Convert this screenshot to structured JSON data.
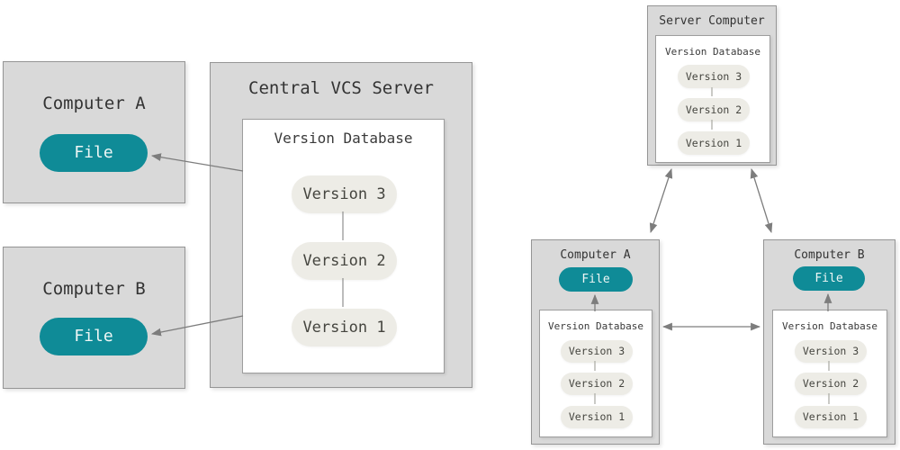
{
  "colors": {
    "accent_teal": "#0f8b97",
    "box_fill": "#d9d9d9",
    "box_border": "#959595",
    "database_fill": "#ffffff",
    "version_pill_fill": "#edece6",
    "arrow_gray": "#7d7d7d",
    "text_dark": "#333333"
  },
  "centralized": {
    "computer_a": {
      "title": "Computer A",
      "file_label": "File"
    },
    "computer_b": {
      "title": "Computer B",
      "file_label": "File"
    },
    "server": {
      "title": "Central VCS Server",
      "database": {
        "title": "Version Database",
        "versions": [
          "Version 3",
          "Version 2",
          "Version 1"
        ]
      }
    }
  },
  "distributed": {
    "server": {
      "title": "Server Computer",
      "database": {
        "title": "Version Database",
        "versions": [
          "Version 3",
          "Version 2",
          "Version 1"
        ]
      }
    },
    "computer_a": {
      "title": "Computer A",
      "file_label": "File",
      "database": {
        "title": "Version Database",
        "versions": [
          "Version 3",
          "Version 2",
          "Version 1"
        ]
      }
    },
    "computer_b": {
      "title": "Computer B",
      "file_label": "File",
      "database": {
        "title": "Version Database",
        "versions": [
          "Version 3",
          "Version 2",
          "Version 1"
        ]
      }
    }
  }
}
